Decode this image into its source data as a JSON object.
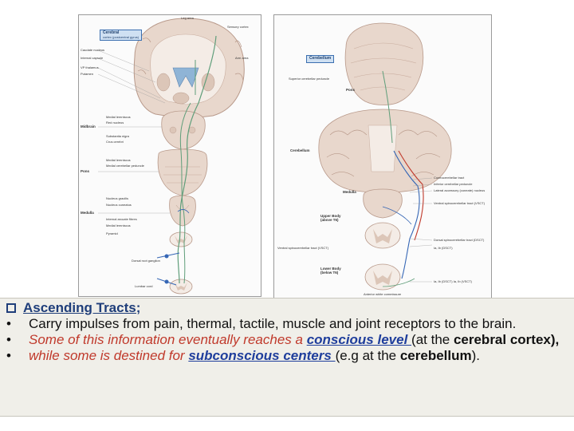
{
  "left_figure": {
    "top_labels": [
      "Leg area",
      "Sensory cortex"
    ],
    "callout": [
      "Cerebral",
      "cortex (postcentral gyrus)"
    ],
    "side_labels": [
      "Caudate nucleus",
      "Internal capsule",
      "VP thalamus",
      "Putamen",
      "Midbrain",
      "Pons",
      "Medulla"
    ],
    "mid_labels": [
      "Medial lemniscus",
      "Red nucleus",
      "Substantia nigra",
      "Crus cerebri",
      "Medial lemniscus",
      "Medial cerebellar peduncle",
      "Nucleus gracilis",
      "Nucleus cuneatus",
      "Internal arcuate fibres",
      "Medial lemniscus",
      "Pyramid"
    ],
    "right_labels": [
      "Arm area"
    ],
    "bottom_labels": [
      "Dorsal root ganglion",
      "Lumbar cord"
    ]
  },
  "right_figure": {
    "callout": "Cerebellum",
    "labels": [
      "Superior cerebellar peduncle",
      "Pons",
      "Cerebellum",
      "Medulla",
      "Upper Body (above T6)",
      "Lower Body (below T6)"
    ],
    "right_labels": [
      "Cuneocerebellar tract",
      "Inferior cerebellar peduncle",
      "Lateral accessory (cuneate) nucleus",
      "Ventral spinocerebellar tract (VSCT)",
      "Dorsal spinocerebellar tract (DSCT)",
      "Ia, Ib (DSCT)",
      "Ia, Ib (DSCT) Ia, Ib (VSCT)"
    ],
    "bottom_labels": [
      "Anterior white commissure",
      "Ventral spinocerebellar tract (VSCT)"
    ]
  },
  "text_block": {
    "heading": "Ascending Tracts;",
    "bullet_symbol": "•",
    "b1": "Carry impulses from pain, thermal, tactile, muscle and joint receptors to the brain.",
    "b2_pre": "Some of this information eventually reaches a ",
    "b2_link": "conscious level ",
    "b2_mid": "(at the ",
    "b2_bold": "cerebral cortex),",
    "b3_pre": "while some is destined for ",
    "b3_link": "subconscious centers ",
    "b3_mid": "(e.g at the ",
    "b3_bold": "cerebellum",
    "b3_end": ")."
  },
  "colors": {
    "tissue_fill": "#e8d7cc",
    "tissue_stroke": "#b8998a",
    "white_matter": "#f4ece6",
    "tract_green": "#5f9e7a",
    "tract_blue": "#3566b5",
    "tract_red": "#c0392b",
    "callout_blue": "#cfe0f2",
    "heading_blue": "#1f3e7a",
    "italic_red": "#c0392b",
    "textbox_bg": "#f0efe9"
  }
}
